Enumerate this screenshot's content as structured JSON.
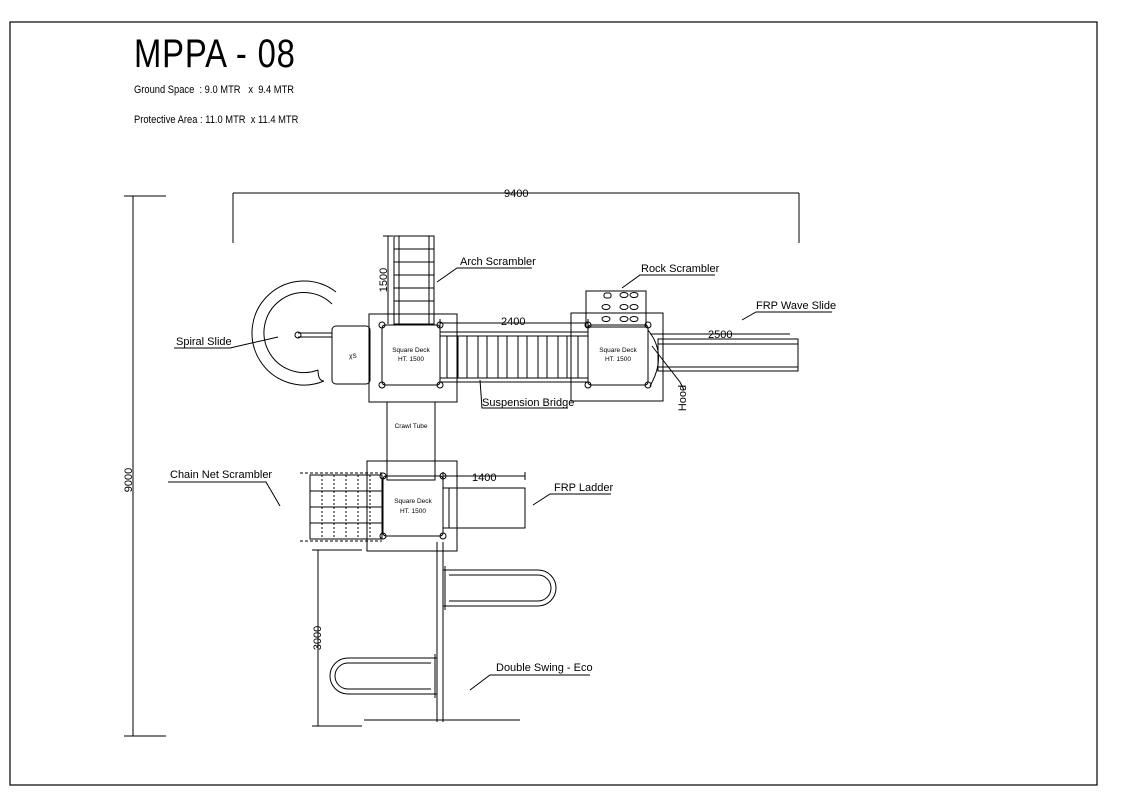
{
  "drawing": {
    "title": "MPPA - 08",
    "ground_space": "Ground Space  : 9.0 MTR   x  9.4 MTR",
    "protective_area": "Protective Area : 11.0 MTR  x 11.4 MTR"
  },
  "dimensions": {
    "overall_width": "9400",
    "overall_depth": "9000",
    "arch_scrambler_length": "1500",
    "bridge_length": "2400",
    "wave_slide_length": "2500",
    "ladder_length": "1400",
    "swing_length": "3000"
  },
  "labels": {
    "arch_scrambler": "Arch Scrambler",
    "rock_scrambler": "Rock Scrambler",
    "frp_wave_slide": "FRP Wave Slide",
    "spiral_slide": "Spiral  Slide",
    "suspension_bridge": "Suspension Bridge",
    "hood": "Hood",
    "crawl_tube": "Crawl Tube",
    "chain_net_scrambler": "Chain Net Scrambler",
    "frp_ladder": "FRP Ladder",
    "double_swing": "Double Swing - Eco",
    "spiral_mark": "χS"
  },
  "decks": [
    {
      "line1": "Square Deck",
      "line2": "HT. 1500"
    },
    {
      "line1": "Square Deck",
      "line2": "HT. 1500"
    },
    {
      "line1": "Square Deck",
      "line2": "HT. 1500"
    }
  ]
}
